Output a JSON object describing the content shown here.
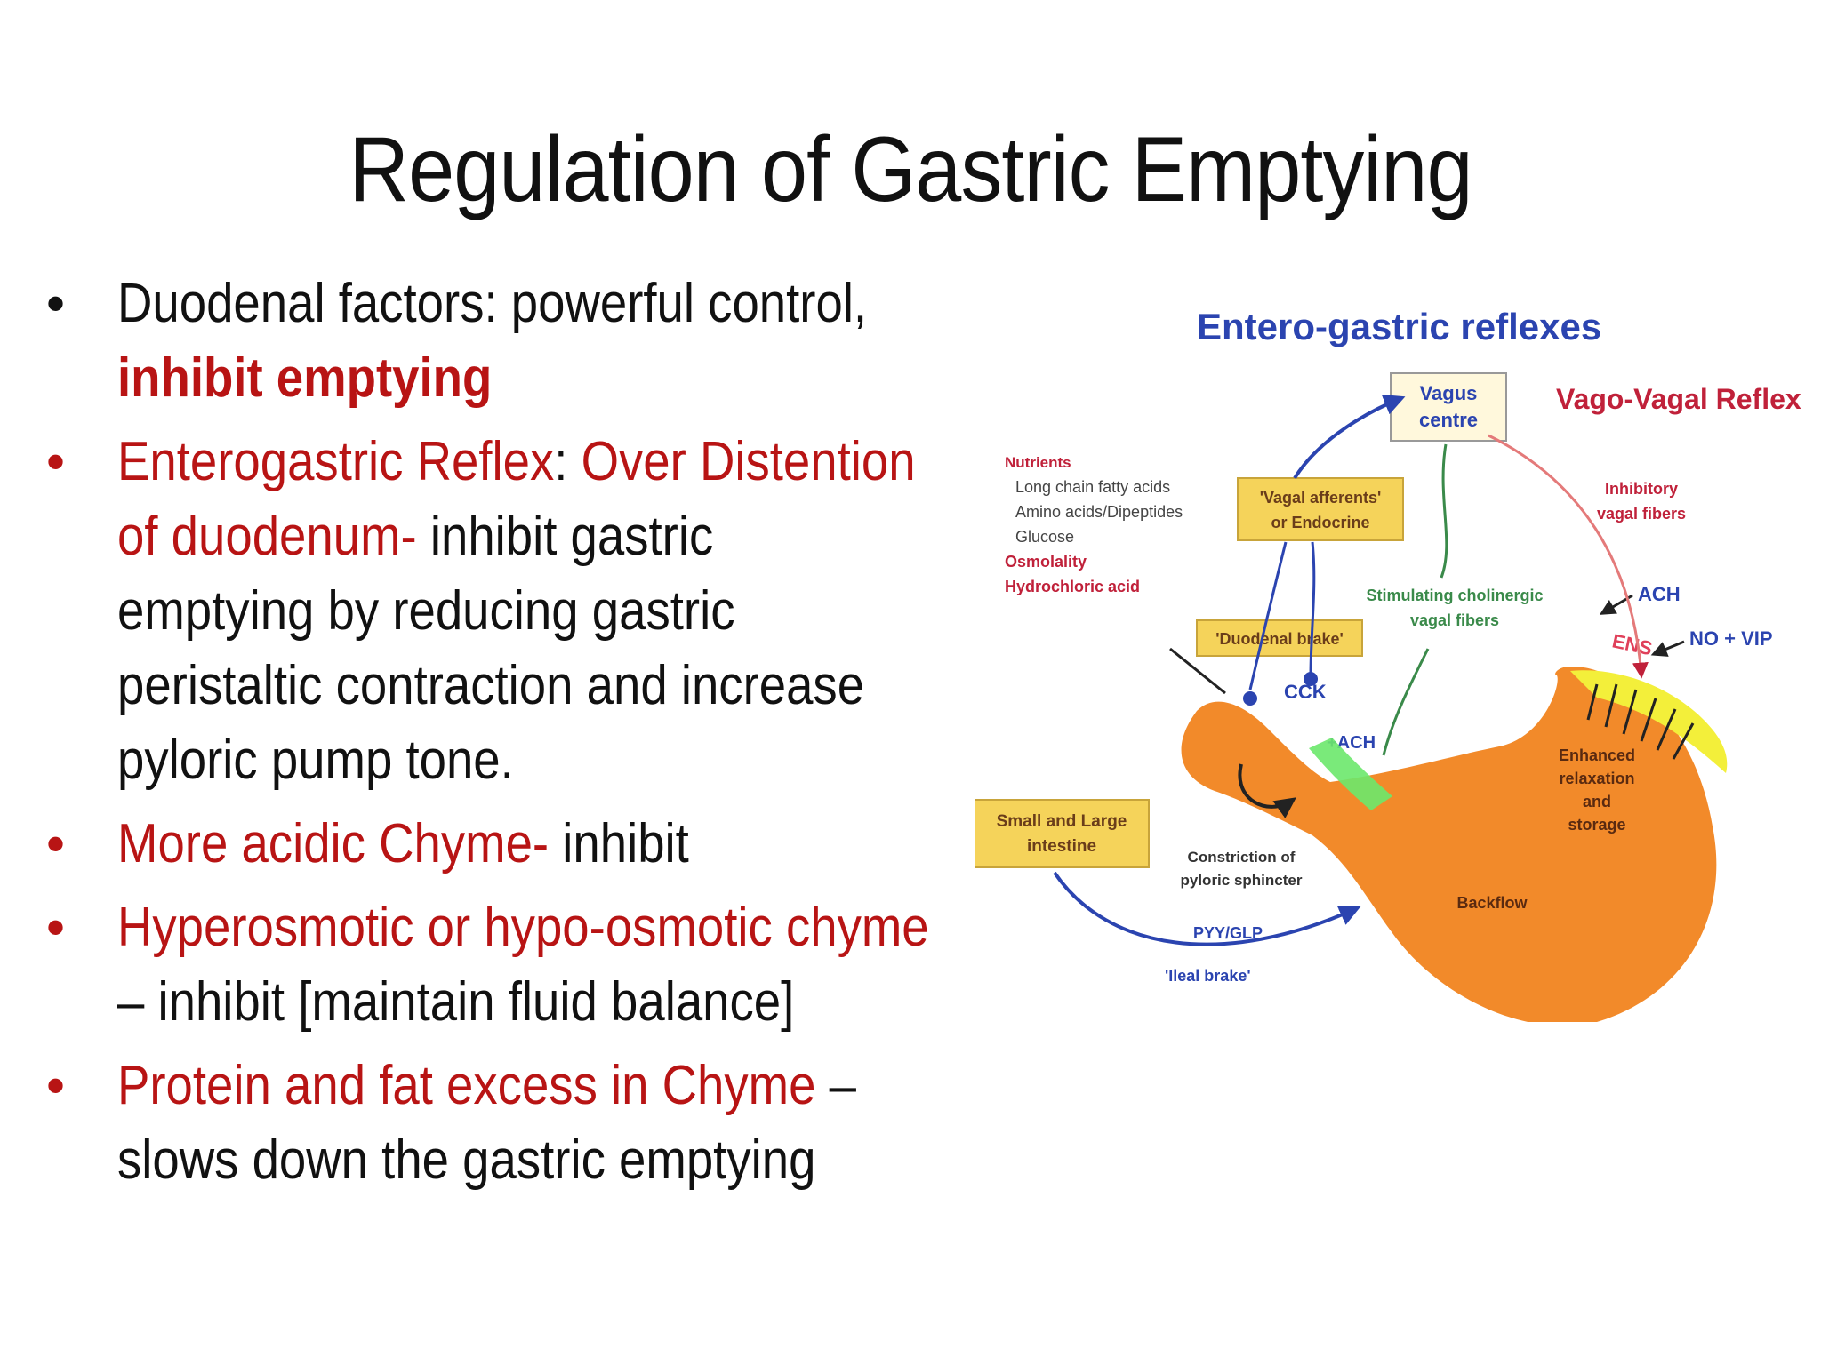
{
  "slide": {
    "title": "Regulation of Gastric Emptying"
  },
  "bullets": [
    {
      "parts": [
        {
          "text": "Duodenal factors: powerful control, "
        },
        {
          "text": "inhibit emptying"
        }
      ]
    },
    {
      "parts": [
        {
          "text": "Enterogastric Reflex"
        },
        {
          "text": ": "
        },
        {
          "text": "Over Distention of duodenum- "
        },
        {
          "text": "inhibit gastric emptying by reducing gastric peristaltic contraction and increase pyloric pump tone."
        }
      ]
    },
    {
      "parts": [
        {
          "text": "More acidic Chyme- "
        },
        {
          "text": "inhibit"
        }
      ]
    },
    {
      "parts": [
        {
          "text": "Hyperosmotic or hypo-osmotic chyme "
        },
        {
          "text": "– inhibit [maintain fluid balance]"
        }
      ]
    },
    {
      "parts": [
        {
          "text": "Protein and fat excess in Chyme "
        },
        {
          "text": "– slows down the gastric emptying"
        }
      ]
    }
  ],
  "diagram": {
    "heading": "Entero-gastric reflexes",
    "vagus_centre": [
      "Vagus",
      "centre"
    ],
    "vago_vagal": "Vago-Vagal Reflex",
    "nutrients": "Nutrients",
    "nutrient_items": [
      "Long chain fatty acids",
      "Amino acids/Dipeptides",
      "Glucose"
    ],
    "osmolality": "Osmolality",
    "hydrochloric": "Hydrochloric acid",
    "vagal_afferents": [
      "'Vagal afferents'",
      "or Endocrine"
    ],
    "inhibitory": [
      "Inhibitory",
      "vagal fibers"
    ],
    "stimulating": [
      "Stimulating cholinergic",
      "vagal fibers"
    ],
    "ach_top": "ACH",
    "ens": "ENS",
    "no_vip": "NO + VIP",
    "duodenal_brake": "'Duodenal brake'",
    "cck": "CCK",
    "ach_mid": "+ACH",
    "enhanced": [
      "Enhanced",
      "relaxation",
      "and",
      "storage"
    ],
    "small_large": [
      "Small and Large",
      "intestine"
    ],
    "constriction": [
      "Constriction of",
      "pyloric sphincter"
    ],
    "backflow": "Backflow",
    "pyy": "PYY/GLP",
    "ileal": "'Ileal brake'",
    "colors": {
      "stomach": "#f28a2a",
      "box_fill": "#f5d35a",
      "blue": "#2b44b0",
      "red": "#c0213a",
      "green": "#3a8a4a",
      "yellow_fold": "#f3ef3a"
    }
  }
}
